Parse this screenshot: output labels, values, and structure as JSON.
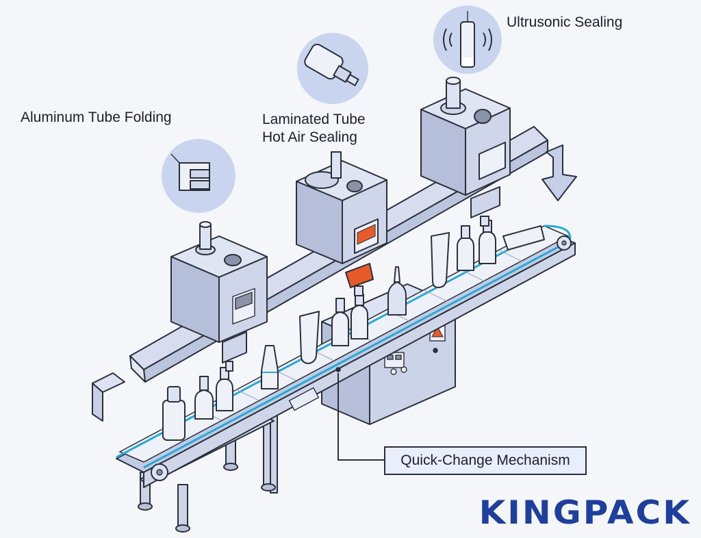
{
  "labels": {
    "aluminum": "Aluminum Tube Folding",
    "laminated_line1": "Laminated Tube",
    "laminated_line2": "Hot Air Sealing",
    "ultrasonic": "Ultrusonic Sealing",
    "quick_change": "Quick-Change Mechanism"
  },
  "brand": {
    "logo_text": "KINGPACK",
    "color": "#1f3f9c"
  },
  "colors": {
    "outline": "#2a2f3a",
    "machine_fill": "#cfd6ea",
    "machine_side": "#b5bfda",
    "machine_top": "#dfe5f3",
    "belt_accent": "#27a9d6",
    "nozzle_orange": "#e85a2a",
    "screen": "#8a93a8",
    "bubble": "#c9d4ee"
  },
  "icons": [
    "gripper-icon",
    "nozzle-icon",
    "ultrasonic-horn-icon",
    "down-arrow-icon",
    "warning-icon"
  ]
}
